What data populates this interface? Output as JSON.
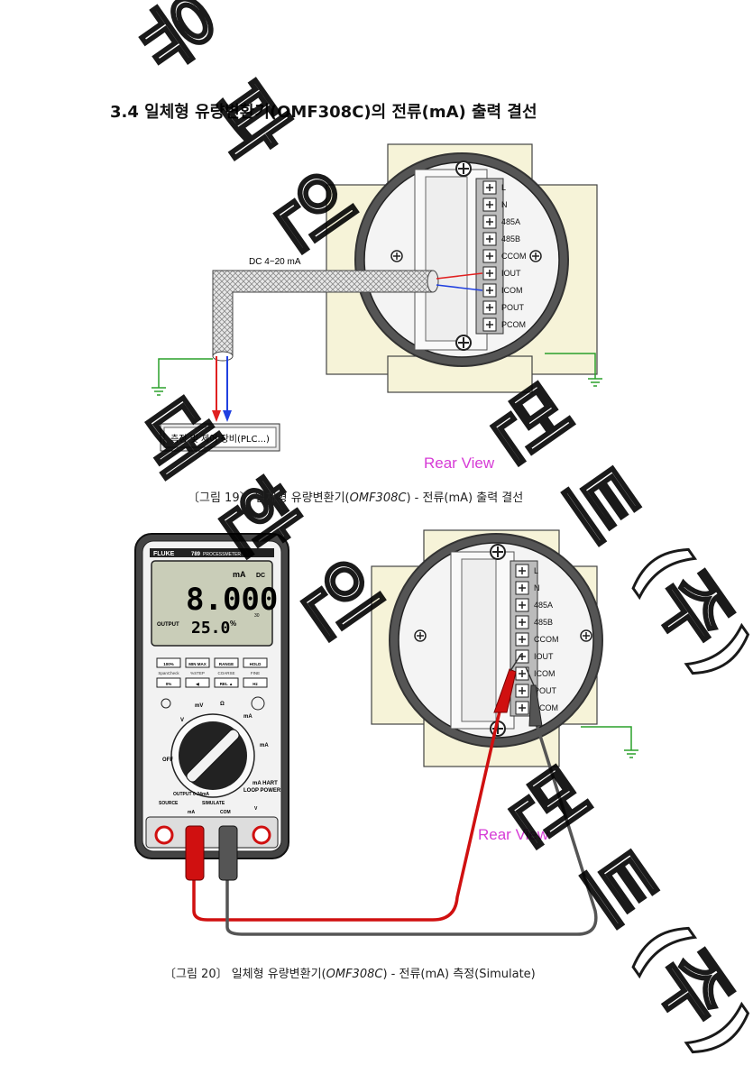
{
  "section_title": "3.4 일체형 유량변환기(OMF308C)의 전류(mA) 출력 결선",
  "figure1": {
    "cable_label": "DC 4~20 mA",
    "device_label": "측정 및 제어 장비(PLC...)",
    "view_label": "Rear View",
    "caption_pre": "〔그림 19〕 일체형 유량변환기(",
    "caption_model": "OMF308C",
    "caption_post": ") - 전류(mA) 출력 결선"
  },
  "terminals": [
    "L",
    "N",
    "485A",
    "485B",
    "CCOM",
    "IOUT",
    "ICOM",
    "POUT",
    "PCOM"
  ],
  "colors": {
    "iout": "#e02020",
    "icom": "#2040e0",
    "ground": "#2aa02a",
    "view_label": "#d63bd6"
  },
  "meter": {
    "brand": "FLUKE",
    "model": "789",
    "model_suffix": "PROCESSMETER",
    "unit_main": "mA",
    "mode_dc": "DC",
    "reading": "8.000",
    "scale": "30",
    "output_label": "OUTPUT",
    "percent": "25.0",
    "percent_sign": "%",
    "keys_row1": [
      "100%",
      "MIN MAX",
      "RANGE",
      "HOLD"
    ],
    "keys_row1_labels": [
      "SpanCheck",
      "%STEP",
      "COARSE",
      "FINE"
    ],
    "keys_row2": [
      "0%",
      "◀",
      "REL ▲",
      "Hz"
    ],
    "dial_labels": [
      "V",
      "mV",
      "Ω",
      "mA",
      "OFF",
      "mA",
      "mA HART",
      "LOOP POWER"
    ],
    "bottom_labels": [
      "OUTPUT 0-24mA",
      "SOURCE",
      "SIMULATE",
      "mA",
      "COM",
      "V"
    ]
  },
  "figure2": {
    "view_label": "Rear View",
    "caption_pre": "〔그림 20〕 일체형 유량변환기(",
    "caption_model": "OMF308C",
    "caption_post": ") - 전류(mA) 측정(Simulate)"
  }
}
